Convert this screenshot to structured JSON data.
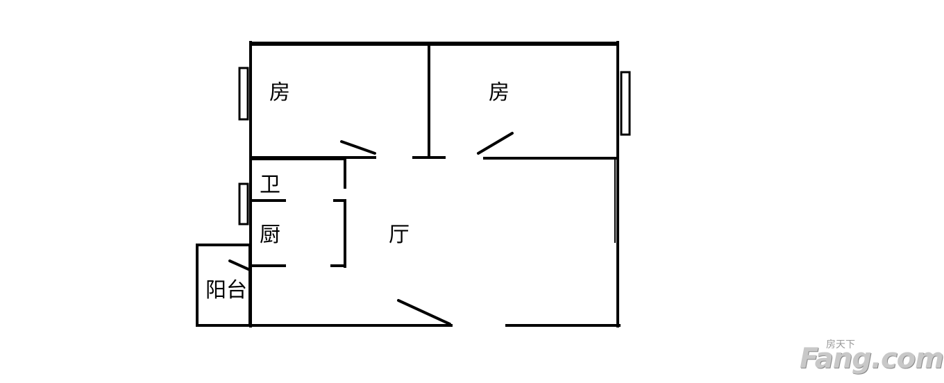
{
  "rooms": {
    "bedroom_left": "房",
    "bedroom_right": "房",
    "bathroom": "卫",
    "kitchen": "厨",
    "living_room": "厅",
    "balcony": "阳台"
  },
  "watermark": {
    "small_text": "房天下",
    "brand_text": "Fang.com"
  }
}
